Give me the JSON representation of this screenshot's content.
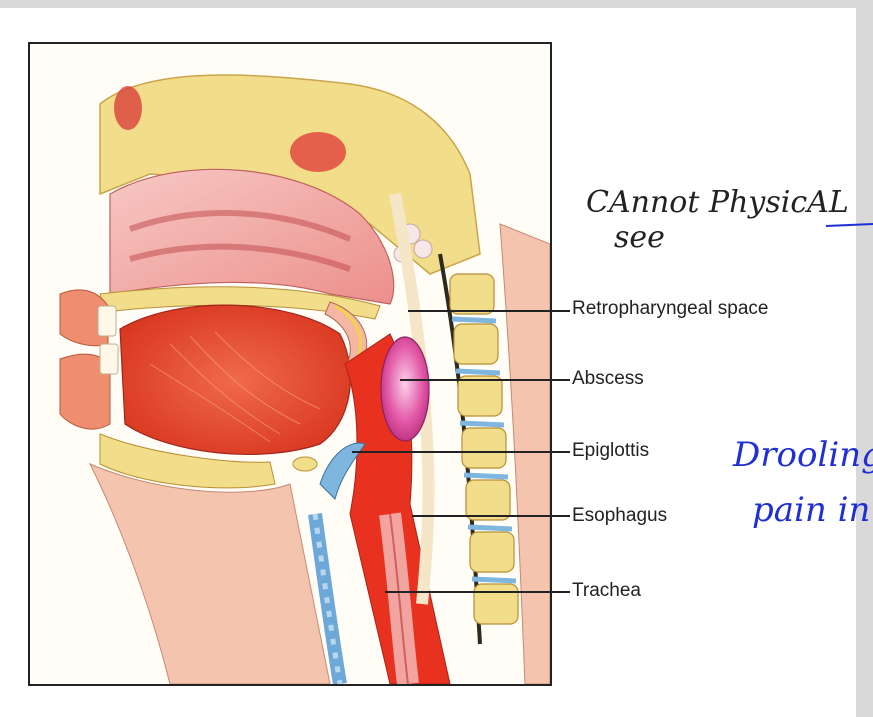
{
  "labels": {
    "retropharyngeal": "Retropharyngeal space",
    "abscess": "Abscess",
    "epiglottis": "Epiglottis",
    "esophagus": "Esophagus",
    "trachea": "Trachea"
  },
  "handwritten_notes": {
    "note1_line1": "CAnnot PhysicAL",
    "note1_line2": "see",
    "note2_line1": "Drooling",
    "note2_line2": "pain in"
  },
  "colors": {
    "ink_black": "#222222",
    "ink_blue": "#1e2fd6",
    "bone": "#f2dd8a",
    "soft_tissue": "#f3b6a9",
    "muscle": "#e2472e",
    "abscess": "#e0489b"
  }
}
